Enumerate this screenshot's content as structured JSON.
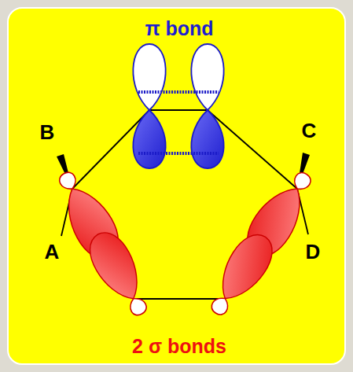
{
  "diagram": {
    "labels": [
      "π bond",
      "B",
      "C",
      "A",
      "D",
      "2 σ bonds"
    ]
  }
}
